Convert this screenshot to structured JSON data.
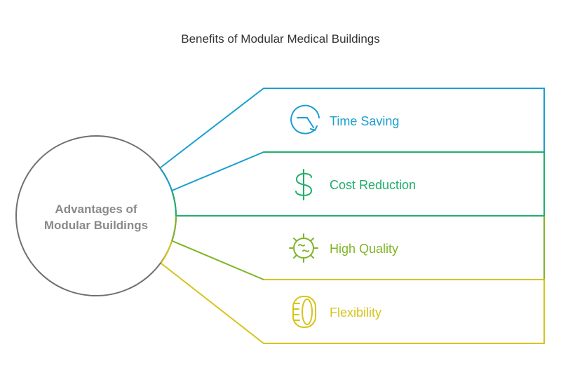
{
  "title": "Benefits of Modular Medical Buildings",
  "center": {
    "line1": "Advantages of",
    "line2": "Modular Buildings",
    "stroke_color": "#707070",
    "text_color": "#8a8a8a"
  },
  "benefits": [
    {
      "label": "Time Saving",
      "icon": "clock-arrow-icon",
      "color": "#1a9fd0"
    },
    {
      "label": "Cost Reduction",
      "icon": "dollar-icon",
      "color": "#1fae6a"
    },
    {
      "label": "High Quality",
      "icon": "quality-badge-icon",
      "color": "#7fb526"
    },
    {
      "label": "Flexibility",
      "icon": "flex-tire-icon",
      "color": "#d6c41c"
    }
  ]
}
